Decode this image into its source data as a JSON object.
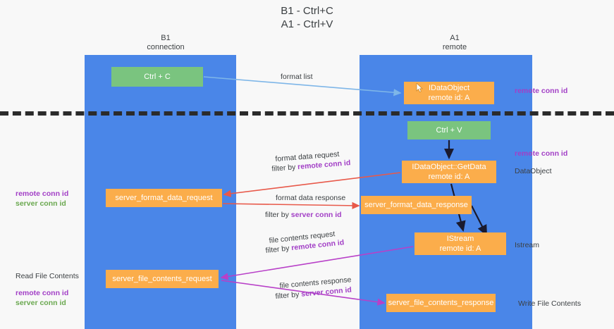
{
  "title": "B1 - Ctrl+C\nA1 - Ctrl+V",
  "columns": {
    "left": "B1\nconnection",
    "right": "A1\nremote"
  },
  "nodes": {
    "ctrl_c": {
      "line1": "Ctrl + C",
      "line2": "",
      "color": "#7ac47f"
    },
    "idataobject": {
      "line1": "IDataObject",
      "line2": "remote id: A",
      "color": "#fbad4b"
    },
    "ctrl_v": {
      "line1": "Ctrl + V",
      "line2": "",
      "color": "#7ac47f"
    },
    "getdata": {
      "line1": "IDataObject::GetData",
      "line2": "remote id: A",
      "color": "#fbad4b"
    },
    "format_data_request": {
      "line1": "server_format_data_request",
      "line2": "",
      "color": "#fbad4b"
    },
    "format_data_response": {
      "line1": "server_format_data_response",
      "line2": "",
      "color": "#fbad4b"
    },
    "istream": {
      "line1": "IStream",
      "line2": "remote id: A",
      "color": "#fbad4b"
    },
    "file_contents_request": {
      "line1": "server_file_contents_request",
      "line2": "",
      "color": "#fbad4b"
    },
    "file_contents_response": {
      "line1": "server_file_contents_response",
      "line2": "",
      "color": "#fbad4b"
    }
  },
  "edge_labels": {
    "format_list": "format list",
    "format_data_request": "format data request",
    "format_data_request_filter_prefix": "filter by ",
    "format_data_request_filter_key": "remote conn id",
    "format_data_response": "format data response",
    "format_data_response_filter_prefix": "filter by ",
    "format_data_response_filter_key": "server conn id",
    "file_contents_request": "file contents request",
    "file_contents_request_filter_prefix": "filter by ",
    "file_contents_request_filter_key": "remote conn id",
    "file_contents_response": "file contents response",
    "file_contents_response_filter_prefix": "filter by ",
    "file_contents_response_filter_key": "server conn id"
  },
  "annotations": {
    "left_mid_remote": "remote conn id",
    "left_mid_server": "server conn id",
    "left_bottom_title": "Read File Contents",
    "left_bottom_remote": "remote conn id",
    "left_bottom_server": "server conn id",
    "right_top_remote": "remote conn id",
    "right_mid_remote": "remote conn id",
    "right_mid_dataobject": "DataObject",
    "right_istream": "Istream",
    "right_write": "Write File Contents"
  },
  "colors": {
    "lane": "#4a86e8",
    "green_node": "#7ac47f",
    "orange_node": "#fbad4b",
    "divider": "#2b2b2b",
    "purple": "#a23fc6",
    "green_text": "#6aa84f",
    "arrow_blue": "#7eb6e8",
    "arrow_red": "#e8594a",
    "arrow_magenta": "#b840c8",
    "arrow_dark": "#1a1a2e",
    "background": "#f8f8f8"
  },
  "icons": {
    "cursor": "mouse-cursor-icon"
  }
}
